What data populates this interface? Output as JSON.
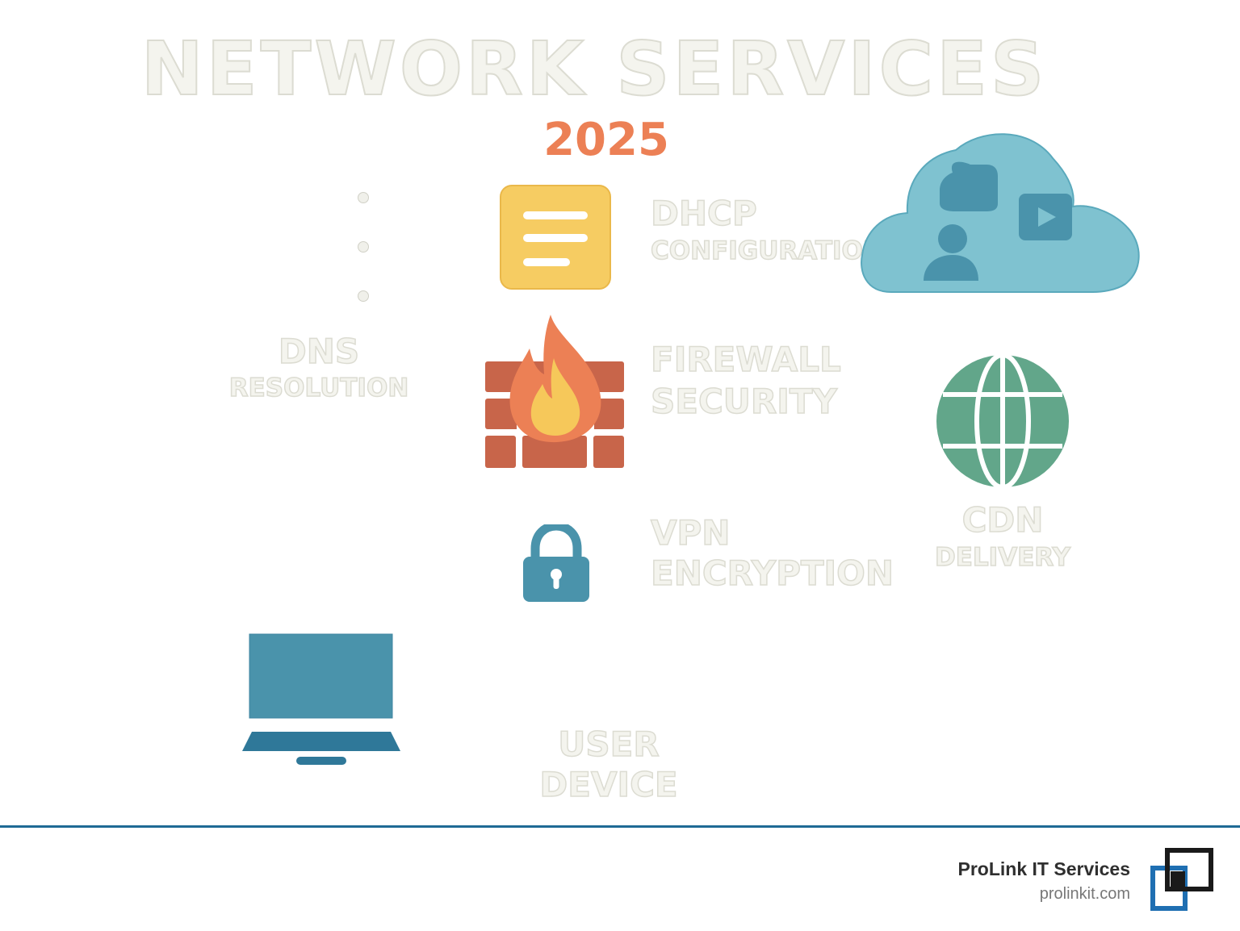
{
  "title": "NETWORK SERVICES",
  "year": "2025",
  "services": {
    "dns": {
      "line1": "DNS",
      "line2": "RESOLUTION"
    },
    "dhcp": {
      "line1": "DHCP",
      "line2": "CONFIGURATION"
    },
    "firewall": {
      "line1": "FIREWALL",
      "line2": "SECURITY"
    },
    "vpn": {
      "line1": "VPN",
      "line2": "ENCRYPTION"
    },
    "cdn": {
      "line1": "CDN",
      "line2": "DELIVERY"
    },
    "user": {
      "line1": "USER",
      "line2": "DEVICE"
    }
  },
  "icons": {
    "dhcp": "document-icon",
    "firewall": "firewall-icon",
    "vpn": "lock-icon",
    "cloud": "cloud-icon",
    "cdn": "globe-icon",
    "user": "laptop-icon",
    "logo": "prolink-logo"
  },
  "footer": {
    "company": "ProLink IT Services",
    "url": "prolinkit.com"
  },
  "colors": {
    "accent": "#ec8055",
    "teal": "#4a93ab",
    "yellow": "#f6cc62",
    "brick": "#c8654a",
    "green": "#62a68a",
    "cloud": "#7fc2d0",
    "footer_line": "#1f6a95"
  }
}
